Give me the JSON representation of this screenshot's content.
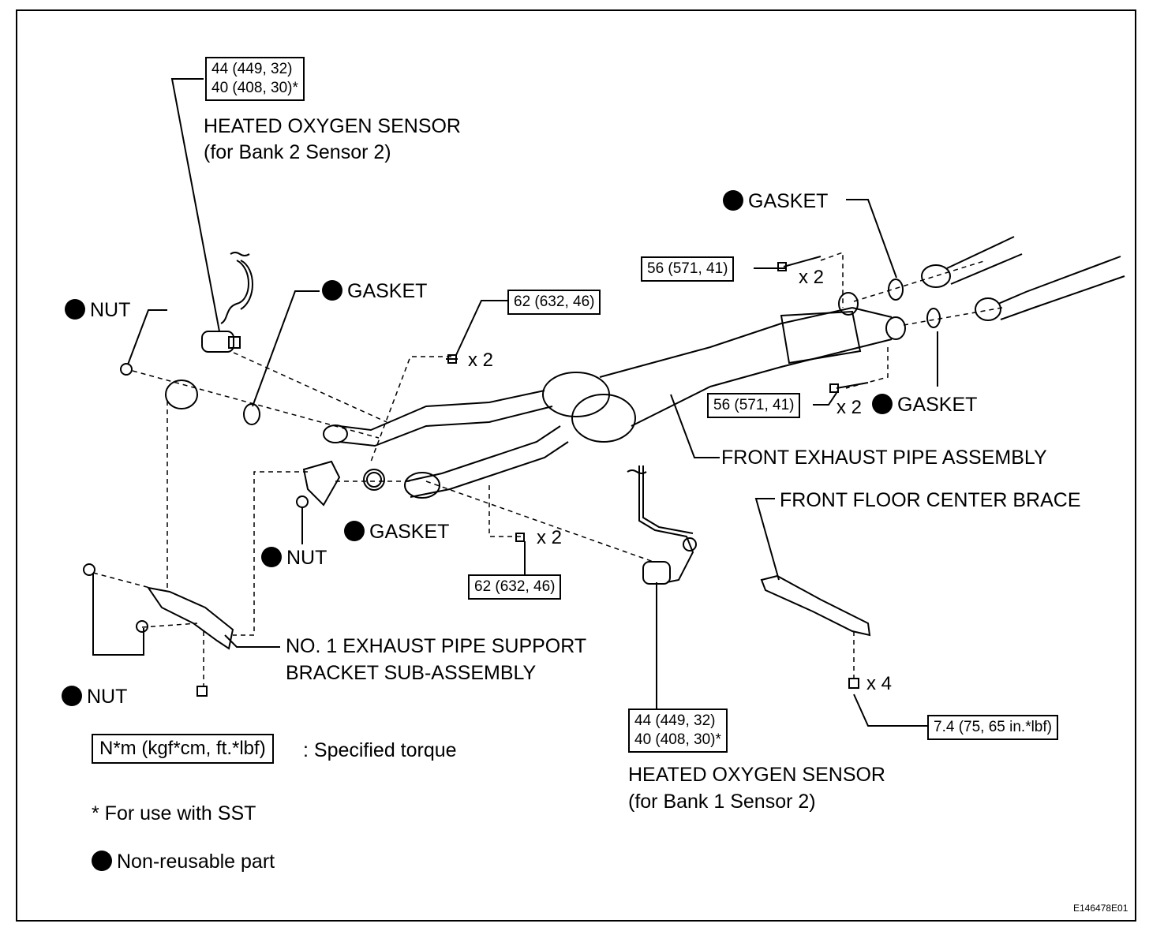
{
  "diagram": {
    "torque_sensor_b2_line1": "44 (449, 32)",
    "torque_sensor_b2_line2": "40 (408, 30)*",
    "sensor_b2_title": "HEATED OXYGEN SENSOR",
    "sensor_b2_sub": "(for Bank 2 Sensor 2)",
    "gasket": "GASKET",
    "nut": "NUT",
    "torque_62": "62 (632, 46)",
    "torque_56": "56 (571, 41)",
    "qty_x2": "x 2",
    "qty_x4": "x 4",
    "front_exhaust_pipe": "FRONT EXHAUST PIPE ASSEMBLY",
    "front_floor_brace": "FRONT FLOOR CENTER BRACE",
    "bracket_line1": "NO. 1 EXHAUST PIPE SUPPORT",
    "bracket_line2": "BRACKET SUB-ASSEMBLY",
    "torque_sensor_b1_line1": "44 (449, 32)",
    "torque_sensor_b1_line2": "40 (408, 30)*",
    "sensor_b1_title": "HEATED OXYGEN SENSOR",
    "sensor_b1_sub": "(for Bank 1 Sensor 2)",
    "torque_brace": "7.4 (75, 65 in.*lbf)",
    "legend_torque_box": "N*m (kgf*cm, ft.*lbf)",
    "legend_torque_text": ": Specified torque",
    "legend_sst": "* For use with SST",
    "legend_nonreusable": "Non-reusable part",
    "figure_code": "E146478E01"
  }
}
